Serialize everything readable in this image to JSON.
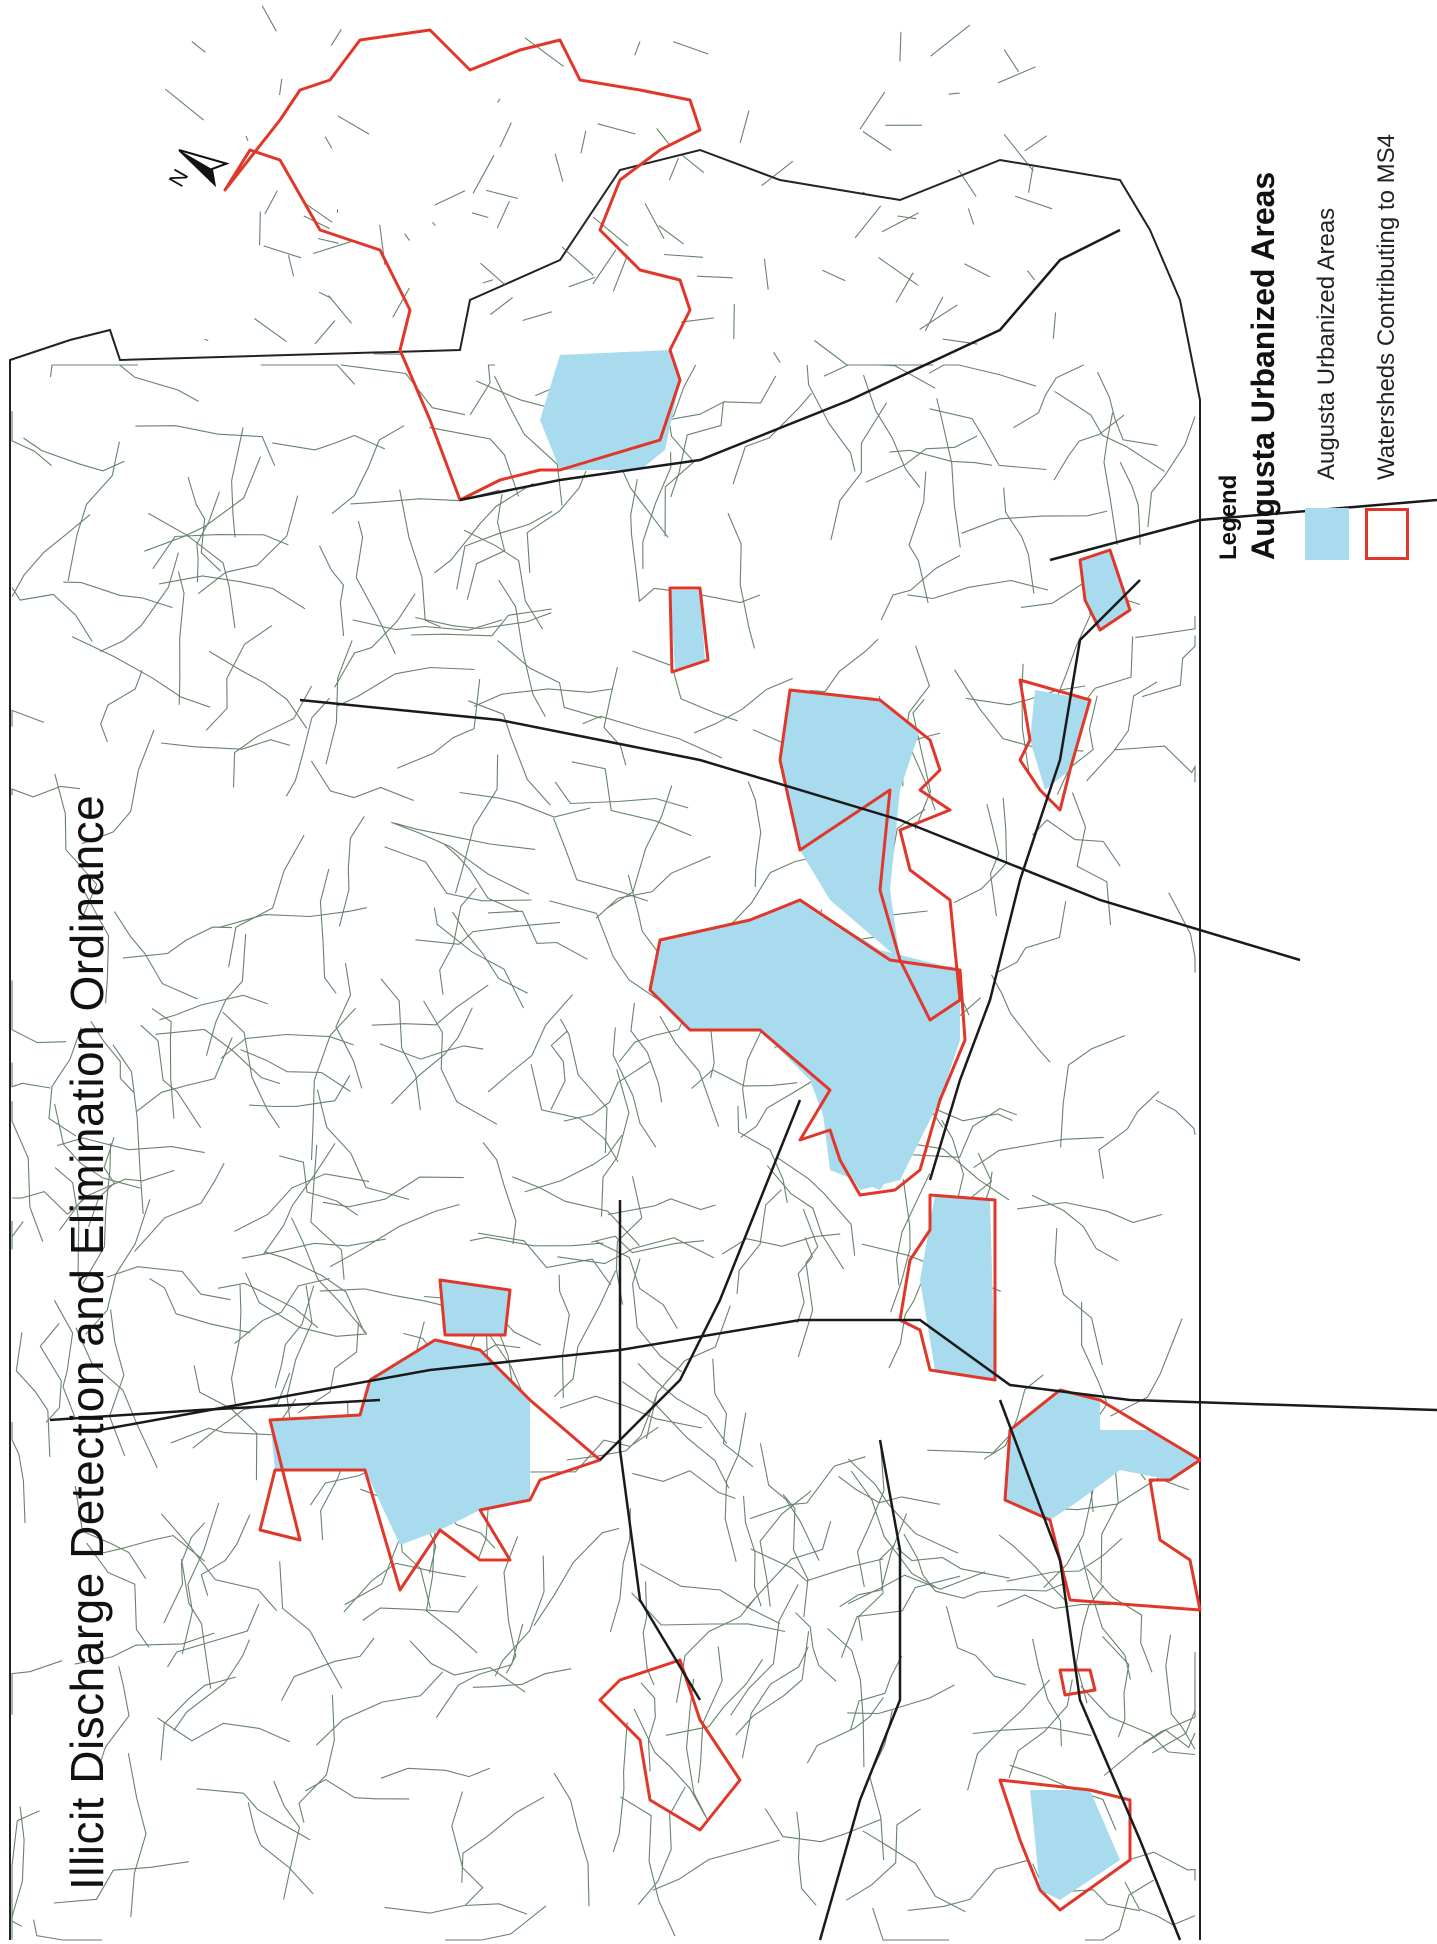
{
  "title": "Illicit Discharge Detection and Elimination Ordinance",
  "north_arrow": {
    "label": "N",
    "icon": "north-arrow-icon"
  },
  "legend": {
    "heading": "Legend",
    "title": "Augusta Urbanized Areas",
    "items": [
      {
        "label": "Augusta Urbanized Areas",
        "fill": "#a8dbed",
        "stroke": "#a8dbed"
      },
      {
        "label": "Watersheds Contributing to MS4",
        "fill": "#ffffff",
        "stroke": "#e0372a"
      }
    ]
  },
  "colors": {
    "road": "#1a1a1a",
    "minor_road": "#355a3a",
    "urban_fill": "#a8dbed",
    "watershed_outline": "#e0372a",
    "background": "#ffffff"
  }
}
